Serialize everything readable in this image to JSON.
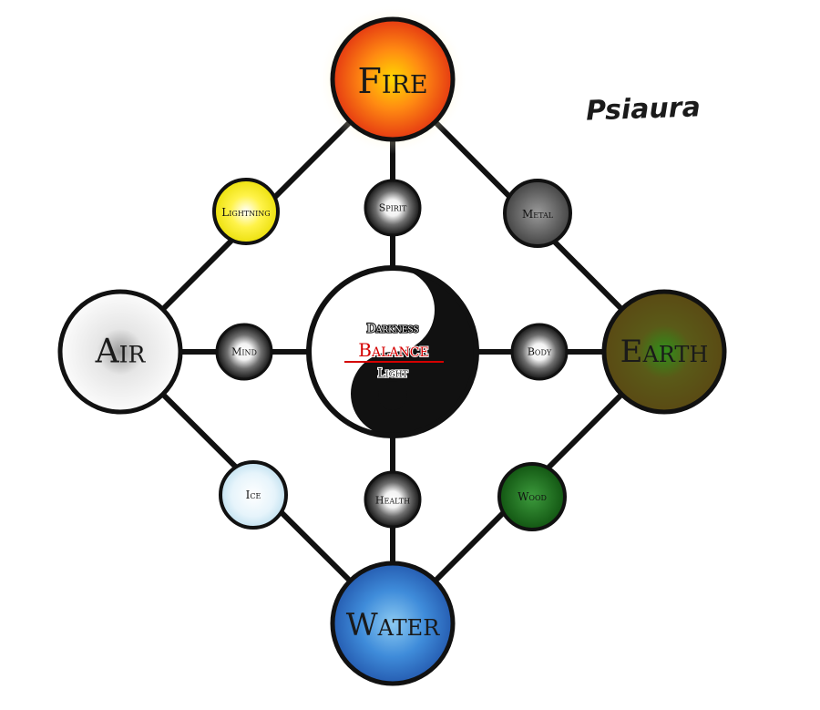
{
  "signature": "Psiaura",
  "elements": {
    "fire": "Fire",
    "air": "Air",
    "earth": "Earth",
    "water": "Water"
  },
  "sub_elements": {
    "lightning": "Lightning",
    "metal": "Metal",
    "ice": "Ice",
    "wood": "Wood"
  },
  "aspects": {
    "spirit": "Spirit",
    "mind": "Mind",
    "body": "Body",
    "health": "Health"
  },
  "center": {
    "darkness": "Darkness",
    "balance": "Balance",
    "light": "Light"
  },
  "colors": {
    "fire": "#f15a10",
    "air": "#ffffff",
    "earth": "#5a4a14",
    "water": "#2f76c8",
    "lightning": "#f2ea00",
    "metal": "#555555",
    "ice": "#dff0f8",
    "wood": "#1e6b1e",
    "balance": "#d40000"
  }
}
